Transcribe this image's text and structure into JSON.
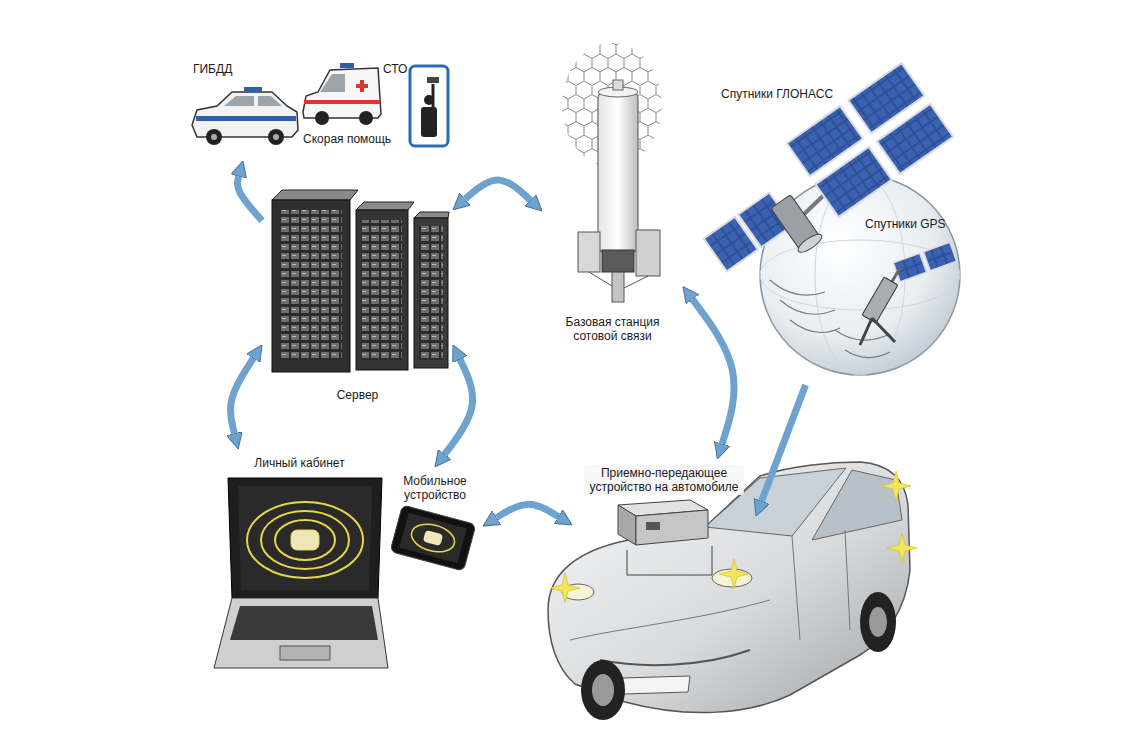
{
  "diagram": {
    "nodes": [
      {
        "text": [
          "ГИБДД",
          "Скорая помощь",
          "СТО"
        ]
      },
      {
        "text": [
          "Базовая станция сотовой связи"
        ]
      },
      {
        "text": [
          "Спутники ГЛОНАСС",
          "Спутники GPS"
        ]
      },
      {
        "text": [
          "Сервер"
        ]
      },
      {
        "text": [
          "Личный кабинет"
        ]
      },
      {
        "text": [
          "Мобильное устройство"
        ]
      },
      {
        "text": [
          "Приемно-передающее устройство на автомобиле"
        ]
      }
    ],
    "edges": [
      {
        "from": 3,
        "to": 0,
        "arrow": "to"
      },
      {
        "from": 3,
        "to": 1,
        "arrow": "both"
      },
      {
        "from": 1,
        "to": 6,
        "arrow": "both"
      },
      {
        "from": 3,
        "to": 4,
        "arrow": "both"
      },
      {
        "from": 3,
        "to": 5,
        "arrow": "both"
      },
      {
        "from": 5,
        "to": 6,
        "arrow": "both"
      },
      {
        "from": 2,
        "to": 6,
        "arrow": "to"
      }
    ]
  }
}
